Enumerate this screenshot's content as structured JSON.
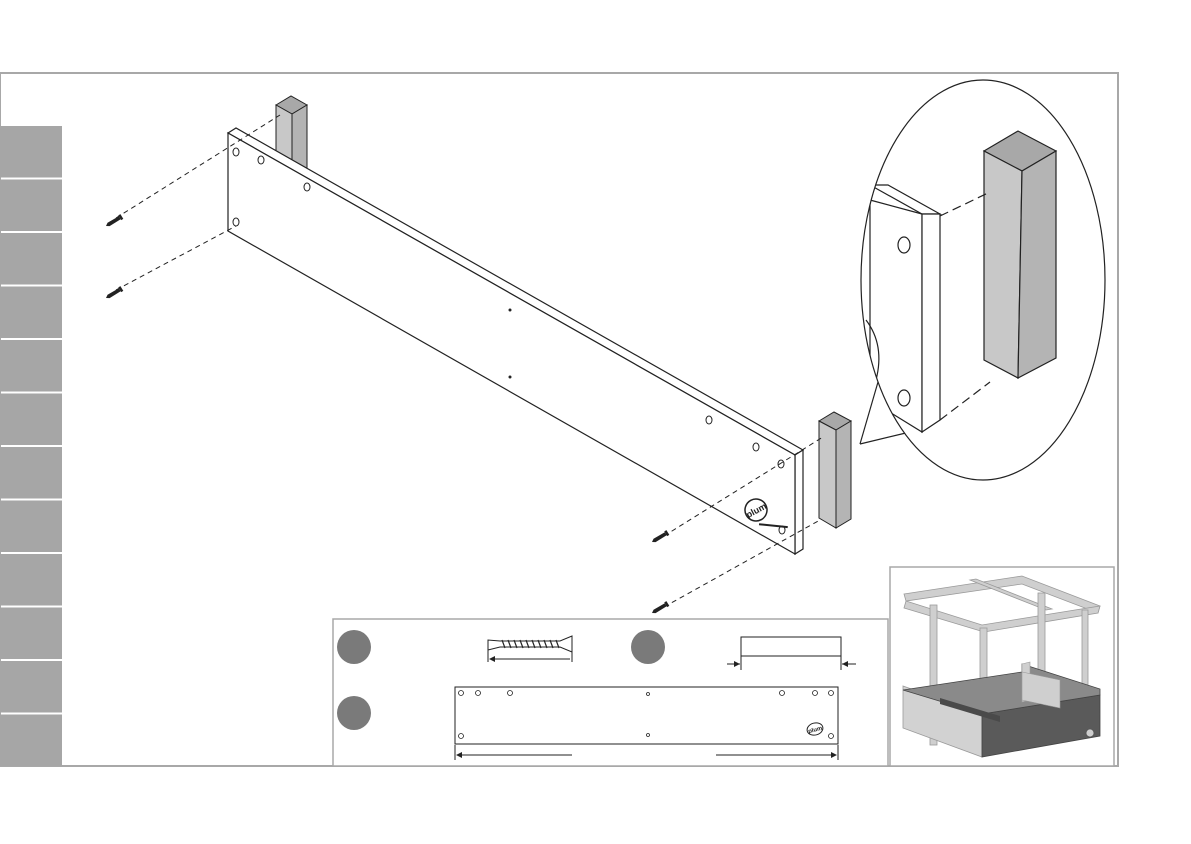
{
  "page": {
    "sidebar_tabs": [
      {
        "label": ""
      },
      {
        "label": ""
      },
      {
        "label": ""
      },
      {
        "label": ""
      },
      {
        "label": ""
      },
      {
        "label": ""
      },
      {
        "label": ""
      },
      {
        "label": ""
      },
      {
        "label": ""
      },
      {
        "label": ""
      },
      {
        "label": ""
      },
      {
        "label": ""
      }
    ]
  },
  "brand": {
    "logo_text": "plum"
  },
  "colors": {
    "frame_border": "#a8a8a8",
    "sidebar_tab": "#a6a6a6",
    "sidebar_divider": "#ffffff",
    "post_front": "#c8c8c8",
    "post_side": "#b4b4b4",
    "post_top": "#a8a8a8",
    "part_badge": "#7a7a7a",
    "line": "#222222",
    "sandpit_frame": "#cfcfcf",
    "sandpit_dark": "#5a5a5a"
  },
  "parts_legend": {
    "items": [
      {
        "name": "screw-part",
        "badge_label": ""
      },
      {
        "name": "post-part",
        "badge_label": ""
      },
      {
        "name": "board-part",
        "badge_label": ""
      }
    ]
  }
}
